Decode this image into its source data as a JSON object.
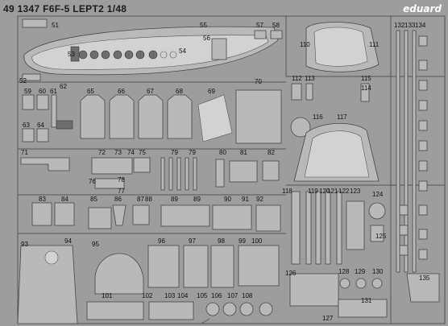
{
  "header": {
    "title": "49 1347 F6F-5 LEPT2 1/48",
    "brand": "eduard"
  },
  "labels": [
    "51",
    "55",
    "57",
    "58",
    "110",
    "111",
    "132",
    "133",
    "134",
    "53",
    "56",
    "54",
    "52",
    "62",
    "70",
    "112",
    "113",
    "115",
    "114",
    "59",
    "60",
    "61",
    "65",
    "66",
    "67",
    "68",
    "69",
    "116",
    "117",
    "63",
    "64",
    "71",
    "72",
    "73",
    "74",
    "75",
    "79",
    "79",
    "80",
    "81",
    "82",
    "76",
    "78",
    "77",
    "118",
    "119",
    "120",
    "121",
    "122",
    "123",
    "124",
    "83",
    "84",
    "85",
    "86",
    "87",
    "88",
    "89",
    "89",
    "90",
    "91",
    "92",
    "125",
    "93",
    "94",
    "95",
    "96",
    "97",
    "98",
    "99",
    "100",
    "126",
    "128",
    "129",
    "130",
    "135",
    "101",
    "102",
    "103",
    "104",
    "105",
    "106",
    "107",
    "108",
    "131",
    "127"
  ]
}
